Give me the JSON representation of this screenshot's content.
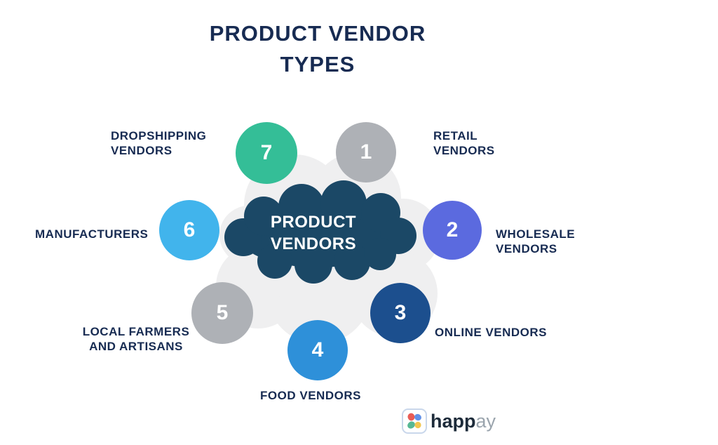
{
  "title": {
    "line1": "PRODUCT VENDOR",
    "line2": "TYPES",
    "color": "#172B52"
  },
  "center_cloud": {
    "line1": "PRODUCT",
    "line2": "VENDORS",
    "fill": "#1B4866",
    "text_color": "#FFFFFF"
  },
  "background_cloud": {
    "fill": "#EFEFF0"
  },
  "vendors": [
    {
      "number": "1",
      "line1": "RETAIL",
      "line2": "VENDORS",
      "color": "#AEB1B6"
    },
    {
      "number": "2",
      "line1": "WHOLESALE",
      "line2": "VENDORS",
      "color": "#5B6ADF"
    },
    {
      "number": "3",
      "line1": "ONLINE VENDORS",
      "line2": "",
      "color": "#1C4F8E"
    },
    {
      "number": "4",
      "line1": "FOOD VENDORS",
      "line2": "",
      "color": "#2E90D9"
    },
    {
      "number": "5",
      "line1": "LOCAL FARMERS",
      "line2": "AND ARTISANS",
      "color": "#AEB1B6"
    },
    {
      "number": "6",
      "line1": "MANUFACTURERS",
      "line2": "",
      "color": "#41B4EC"
    },
    {
      "number": "7",
      "line1": "DROPSHIPPING",
      "line2": "VENDORS",
      "color": "#34BE97"
    }
  ],
  "logo": {
    "text_bold": "happ",
    "text_light": "ay",
    "text_bold_color": "#1D2B3A",
    "text_light_color": "#9AA4AD",
    "mark_colors": {
      "red": "#E95C55",
      "blue": "#6291E8",
      "green": "#57B894",
      "yellow": "#F2C64F"
    }
  }
}
